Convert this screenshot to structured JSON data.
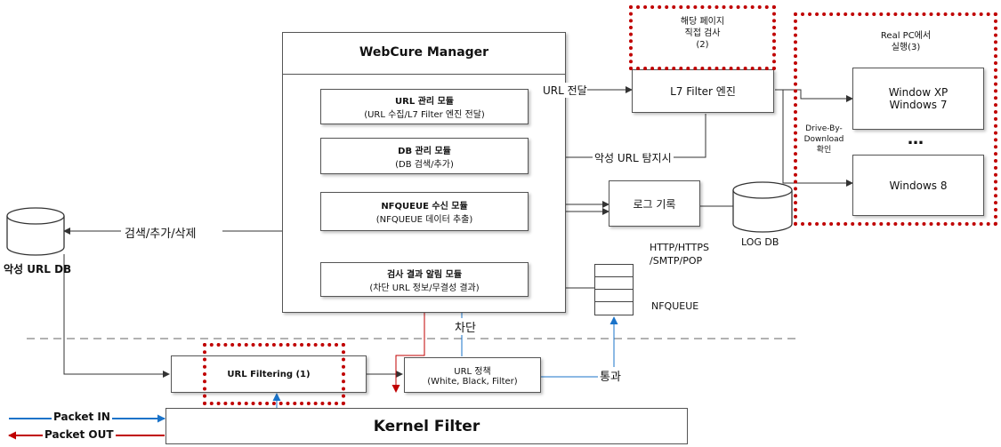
{
  "manager": {
    "title": "WebCure Manager",
    "url_module": {
      "title": "URL 관리 모듈",
      "sub": "(URL 수집/L7 Filter 엔진 전달)"
    },
    "db_module": {
      "title": "DB 관리 모듈",
      "sub": "(DB 검색/추가)"
    },
    "nfq_module": {
      "title": "NFQUEUE 수신 모듈",
      "sub": "(NFQUEUE 데이터 추출)"
    },
    "alert_module": {
      "title": "검사 결과 알림 모듈",
      "sub": "(차단 URL 정보/무결성 결과)"
    }
  },
  "l7": {
    "label": "L7 Filter 엔진",
    "url_pass": "URL 전달",
    "detect": "악성 URL 탐지시"
  },
  "page_check": {
    "line1": "해당 페이지",
    "line2": "직접 검사",
    "line3": "(2)"
  },
  "real_pc": {
    "line1": "Real PC에서",
    "line2": "실행(3)",
    "winxp": "Window XP",
    "win7": "Windows 7",
    "ellipsis": "…",
    "win8": "Windows 8"
  },
  "driveby": {
    "line1": "Drive-By-",
    "line2": "Download",
    "line3": "확인"
  },
  "log": {
    "record": "로그 기록",
    "db": "LOG DB"
  },
  "proto": {
    "line1": "HTTP/HTTPS",
    "line2": "/SMTP/POP"
  },
  "nfqueue": {
    "label": "NFQUEUE"
  },
  "malicious_db": {
    "label": "악성 URL DB",
    "ops": "검색/추가/삭제"
  },
  "url_filtering": {
    "label": "URL Filtering (1)"
  },
  "url_policy": {
    "line1": "URL 정책",
    "line2": "(White, Black, Filter)"
  },
  "labels": {
    "block": "차단",
    "pass": "통과"
  },
  "kernel": {
    "label": "Kernel Filter"
  },
  "packets": {
    "in": "Packet IN",
    "out": "Packet OUT"
  },
  "colors": {
    "red": "#c00000",
    "blue": "#1a73c9",
    "arrow": "#333333"
  }
}
